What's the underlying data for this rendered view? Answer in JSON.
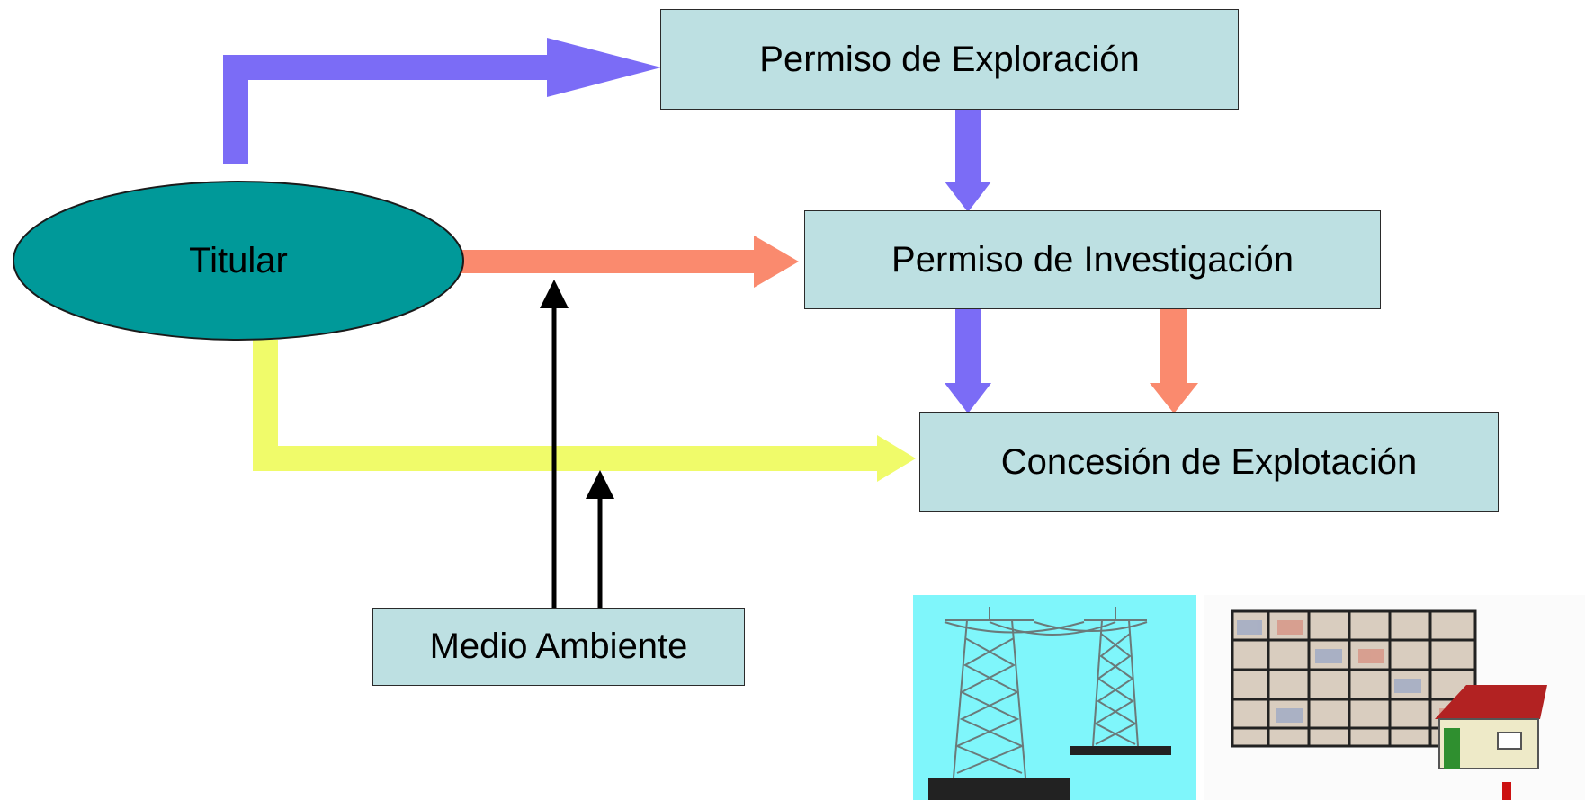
{
  "nodes": {
    "titular": "Titular",
    "exploration": "Permiso de Exploración",
    "investigation": "Permiso de Investigación",
    "concession": "Concesión de Explotación",
    "environment": "Medio Ambiente"
  },
  "colors": {
    "box_fill": "#bde0e2",
    "ellipse_fill": "#009999",
    "arrow_blue": "#7b6cf6",
    "arrow_salmon": "#fa8a6e",
    "arrow_yellow": "#f0fb6a",
    "arrow_black": "#000000",
    "pylon_background": "#7ff6fb"
  },
  "images": {
    "left": "power-transmission-towers",
    "right": "building-with-house"
  }
}
